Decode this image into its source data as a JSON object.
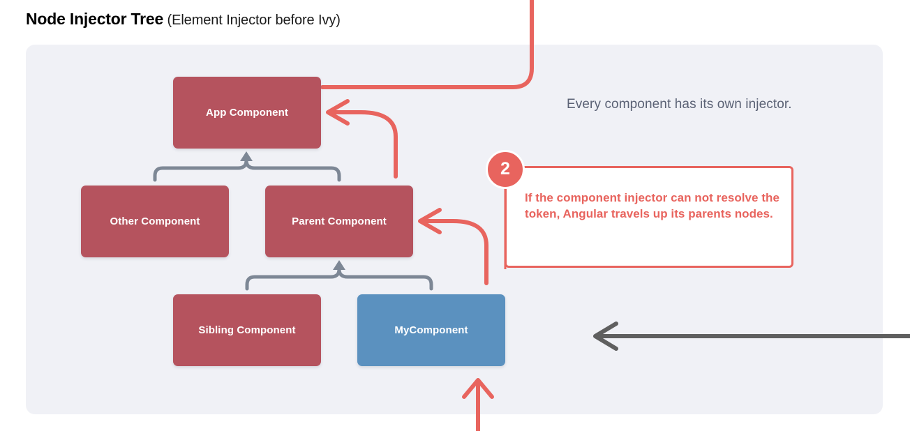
{
  "title": {
    "main": "Node Injector Tree",
    "sub": " (Element Injector before Ivy)"
  },
  "panel": {
    "background_color": "#f0f1f6"
  },
  "colors": {
    "component_red": "#b5535e",
    "component_blue": "#5b91bf",
    "accent_coral": "#e8645e",
    "connector_gray": "#7d8795",
    "arrow_gray": "#5f5f5f",
    "note_text": "#5b6275"
  },
  "nodes": [
    {
      "id": "app",
      "label": "App Component",
      "color": "#b5535e"
    },
    {
      "id": "other",
      "label": "Other Component",
      "color": "#b5535e"
    },
    {
      "id": "parent",
      "label": "Parent Component",
      "color": "#b5535e"
    },
    {
      "id": "sibling",
      "label": "Sibling Component",
      "color": "#b5535e"
    },
    {
      "id": "mycomp",
      "label": "MyComponent",
      "color": "#5b91bf"
    }
  ],
  "side_note": "Every component has its own injector.",
  "callout": {
    "badge": "2",
    "text": "If the component injector can not resolve the token, Angular travels up its parents nodes."
  }
}
